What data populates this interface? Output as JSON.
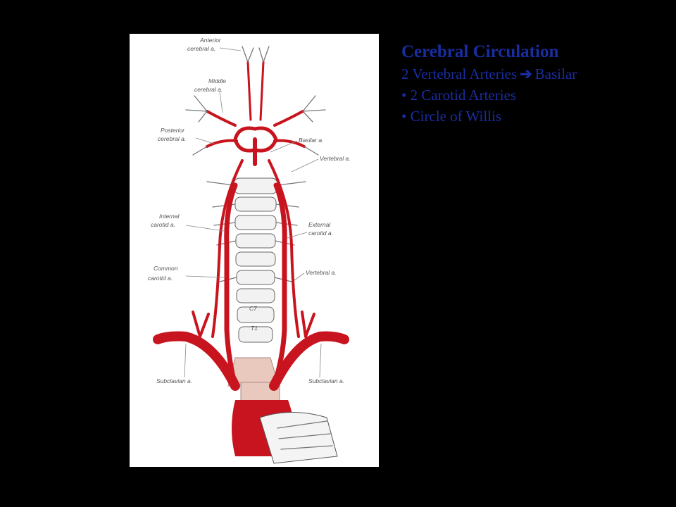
{
  "slide": {
    "title": "Cerebral Circulation",
    "line1": {
      "left": "2 Vertebral Arteries",
      "arrow": "➔",
      "right": "Basilar"
    },
    "bullets": [
      "• 2 Carotid Arteries",
      "• Circle of Willis"
    ]
  },
  "colors": {
    "background": "#000000",
    "text": "#1a2da0",
    "artery": "#c8141e"
  },
  "figure": {
    "labels": {
      "anterior_cerebral": [
        "Anterior",
        "cerebral a."
      ],
      "middle_cerebral": [
        "Middle",
        "cerebral a."
      ],
      "posterior_cerebral": [
        "Posterior",
        "cerebral a."
      ],
      "basilar": [
        "Basilar a."
      ],
      "vertebral_top": [
        "Vertebral a."
      ],
      "internal_carotid": [
        "Internal",
        "carotid a."
      ],
      "external_carotid": [
        "External",
        "carotid a."
      ],
      "common_carotid": [
        "Common",
        "carotid a."
      ],
      "vertebral_mid": [
        "Vertebral a."
      ],
      "subclavian_left": [
        "Subclavian a."
      ],
      "subclavian_right": [
        "Subclavian a."
      ]
    },
    "vertebra_labels": [
      "C7",
      "T1"
    ]
  }
}
